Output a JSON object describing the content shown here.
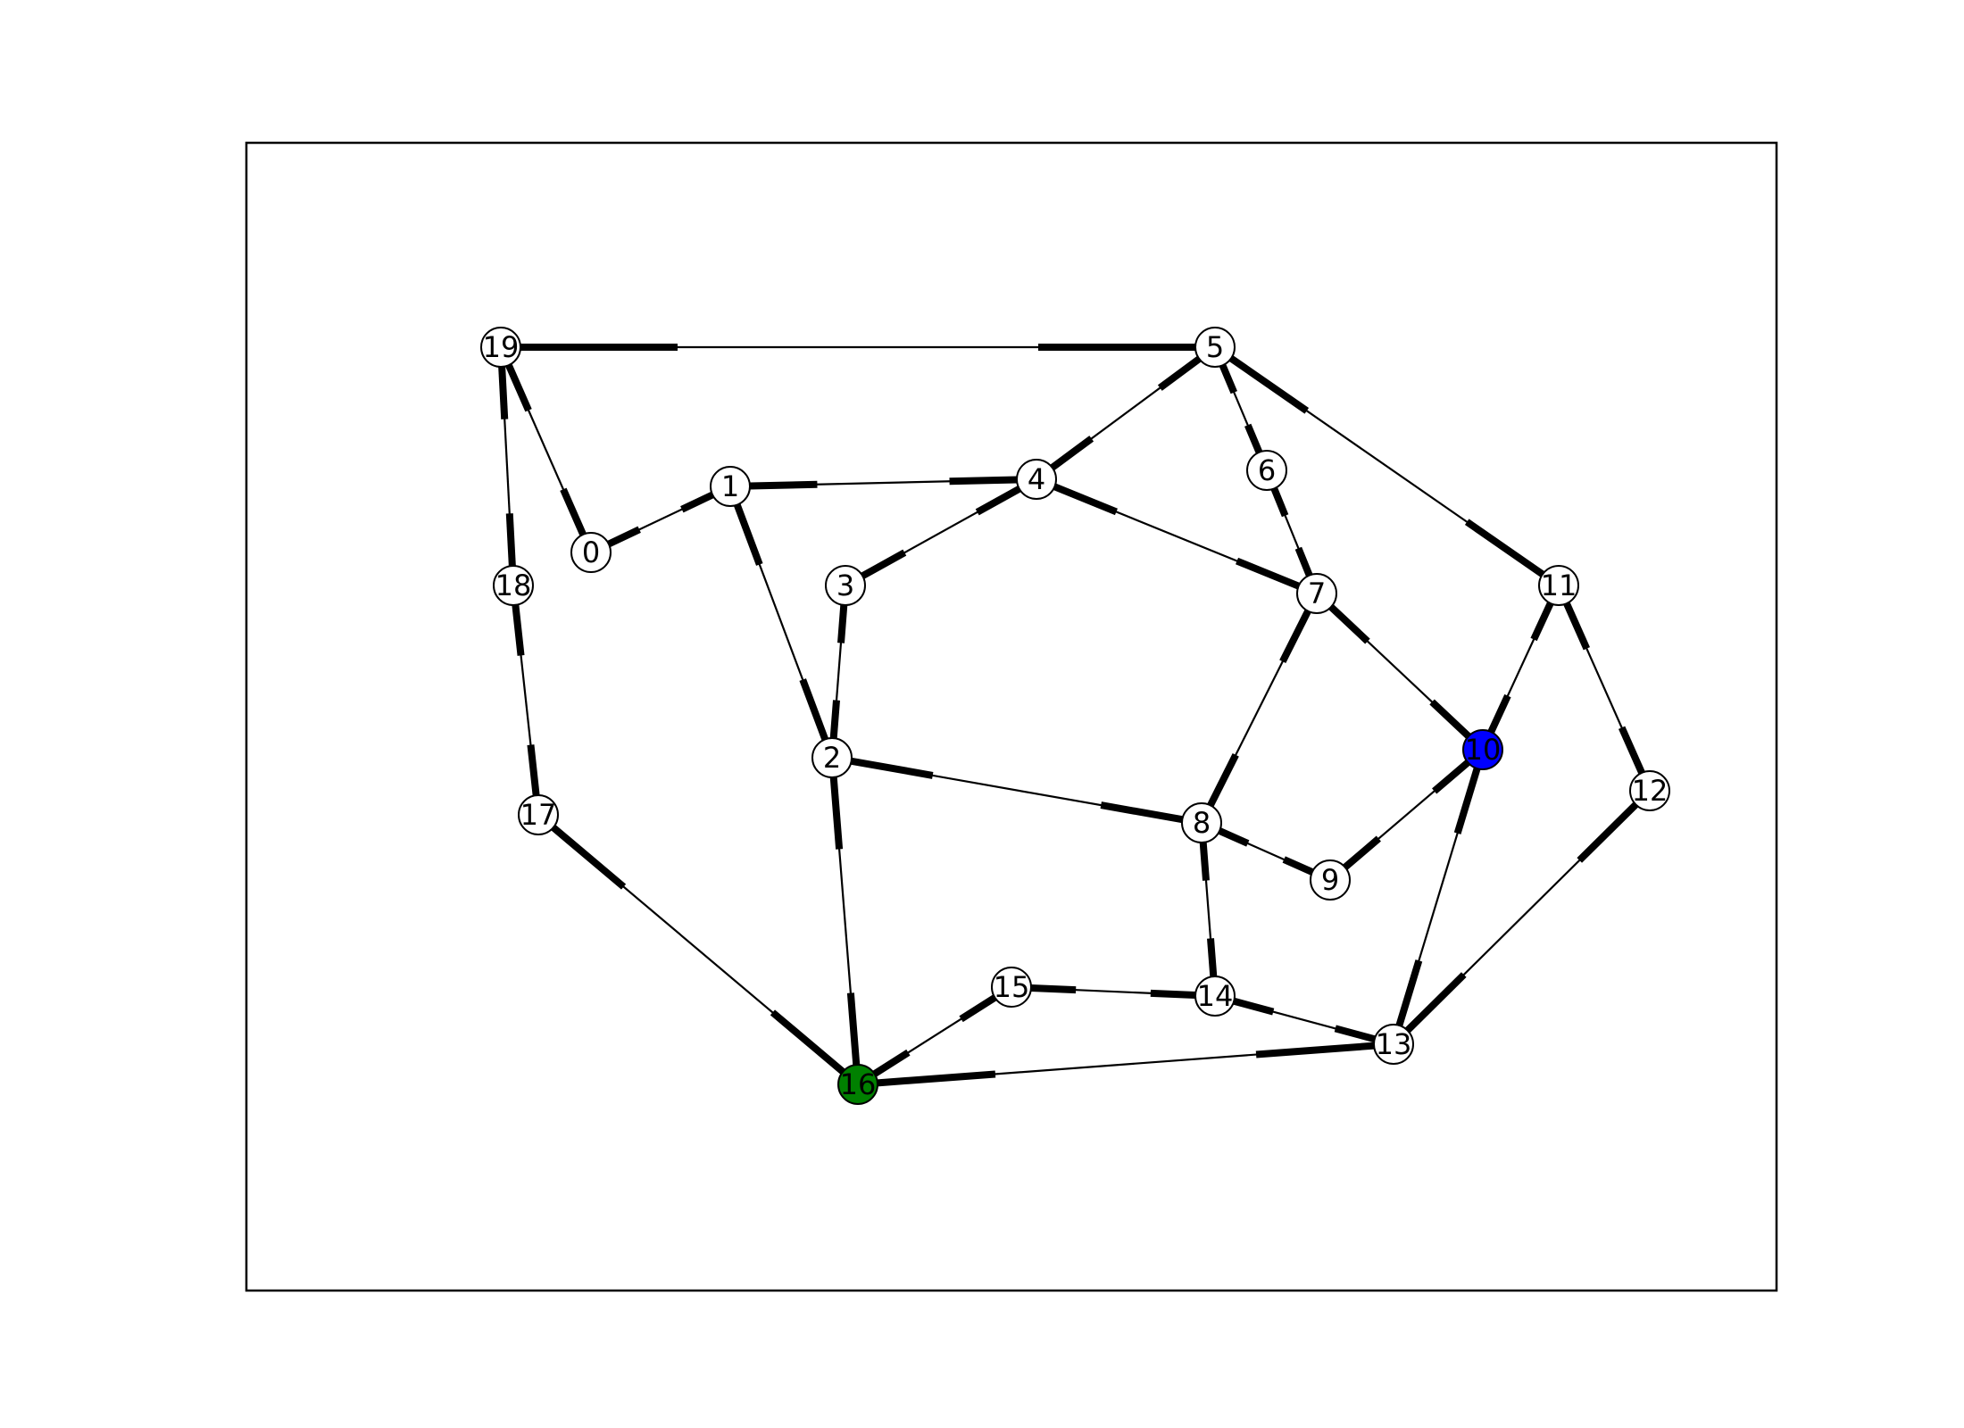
{
  "graph": {
    "colors": {
      "default_node": "#ffffff",
      "start_node": "#008000",
      "target_node": "#0000ff",
      "edge": "#000000",
      "frame": "#000000"
    },
    "nodes": [
      {
        "id": "0",
        "label": "0",
        "fill": "#ffffff"
      },
      {
        "id": "1",
        "label": "1",
        "fill": "#ffffff"
      },
      {
        "id": "2",
        "label": "2",
        "fill": "#ffffff"
      },
      {
        "id": "3",
        "label": "3",
        "fill": "#ffffff"
      },
      {
        "id": "4",
        "label": "4",
        "fill": "#ffffff"
      },
      {
        "id": "5",
        "label": "5",
        "fill": "#ffffff"
      },
      {
        "id": "6",
        "label": "6",
        "fill": "#ffffff"
      },
      {
        "id": "7",
        "label": "7",
        "fill": "#ffffff"
      },
      {
        "id": "8",
        "label": "8",
        "fill": "#ffffff"
      },
      {
        "id": "9",
        "label": "9",
        "fill": "#ffffff"
      },
      {
        "id": "10",
        "label": "10",
        "fill": "#0000ff"
      },
      {
        "id": "11",
        "label": "11",
        "fill": "#ffffff"
      },
      {
        "id": "12",
        "label": "12",
        "fill": "#ffffff"
      },
      {
        "id": "13",
        "label": "13",
        "fill": "#ffffff"
      },
      {
        "id": "14",
        "label": "14",
        "fill": "#ffffff"
      },
      {
        "id": "15",
        "label": "15",
        "fill": "#ffffff"
      },
      {
        "id": "16",
        "label": "16",
        "fill": "#008000"
      },
      {
        "id": "17",
        "label": "17",
        "fill": "#ffffff"
      },
      {
        "id": "18",
        "label": "18",
        "fill": "#ffffff"
      },
      {
        "id": "19",
        "label": "19",
        "fill": "#ffffff"
      }
    ],
    "edges": [
      [
        "19",
        "5"
      ],
      [
        "19",
        "0"
      ],
      [
        "19",
        "18"
      ],
      [
        "18",
        "17"
      ],
      [
        "17",
        "16"
      ],
      [
        "0",
        "1"
      ],
      [
        "1",
        "4"
      ],
      [
        "1",
        "2"
      ],
      [
        "3",
        "4"
      ],
      [
        "3",
        "2"
      ],
      [
        "4",
        "5"
      ],
      [
        "4",
        "7"
      ],
      [
        "5",
        "6"
      ],
      [
        "5",
        "11"
      ],
      [
        "6",
        "7"
      ],
      [
        "7",
        "10"
      ],
      [
        "7",
        "8"
      ],
      [
        "2",
        "8"
      ],
      [
        "2",
        "16"
      ],
      [
        "8",
        "9"
      ],
      [
        "9",
        "10"
      ],
      [
        "8",
        "14"
      ],
      [
        "10",
        "11"
      ],
      [
        "10",
        "13"
      ],
      [
        "11",
        "12"
      ],
      [
        "12",
        "13"
      ],
      [
        "14",
        "15"
      ],
      [
        "15",
        "16"
      ],
      [
        "14",
        "13"
      ],
      [
        "16",
        "13"
      ]
    ]
  }
}
